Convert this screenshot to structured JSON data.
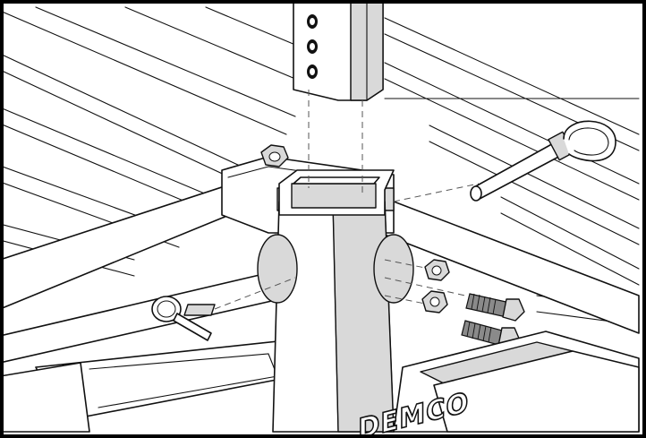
{
  "diagram": {
    "logo": {
      "text": "DEMCO"
    },
    "colors": {
      "line": "#111111",
      "shade": "#d9d9d9",
      "background": "#ffffff",
      "border": "#000000"
    },
    "parts": {
      "post_hole_count": 3,
      "bolt_count": 2,
      "nut_count": 3
    }
  }
}
